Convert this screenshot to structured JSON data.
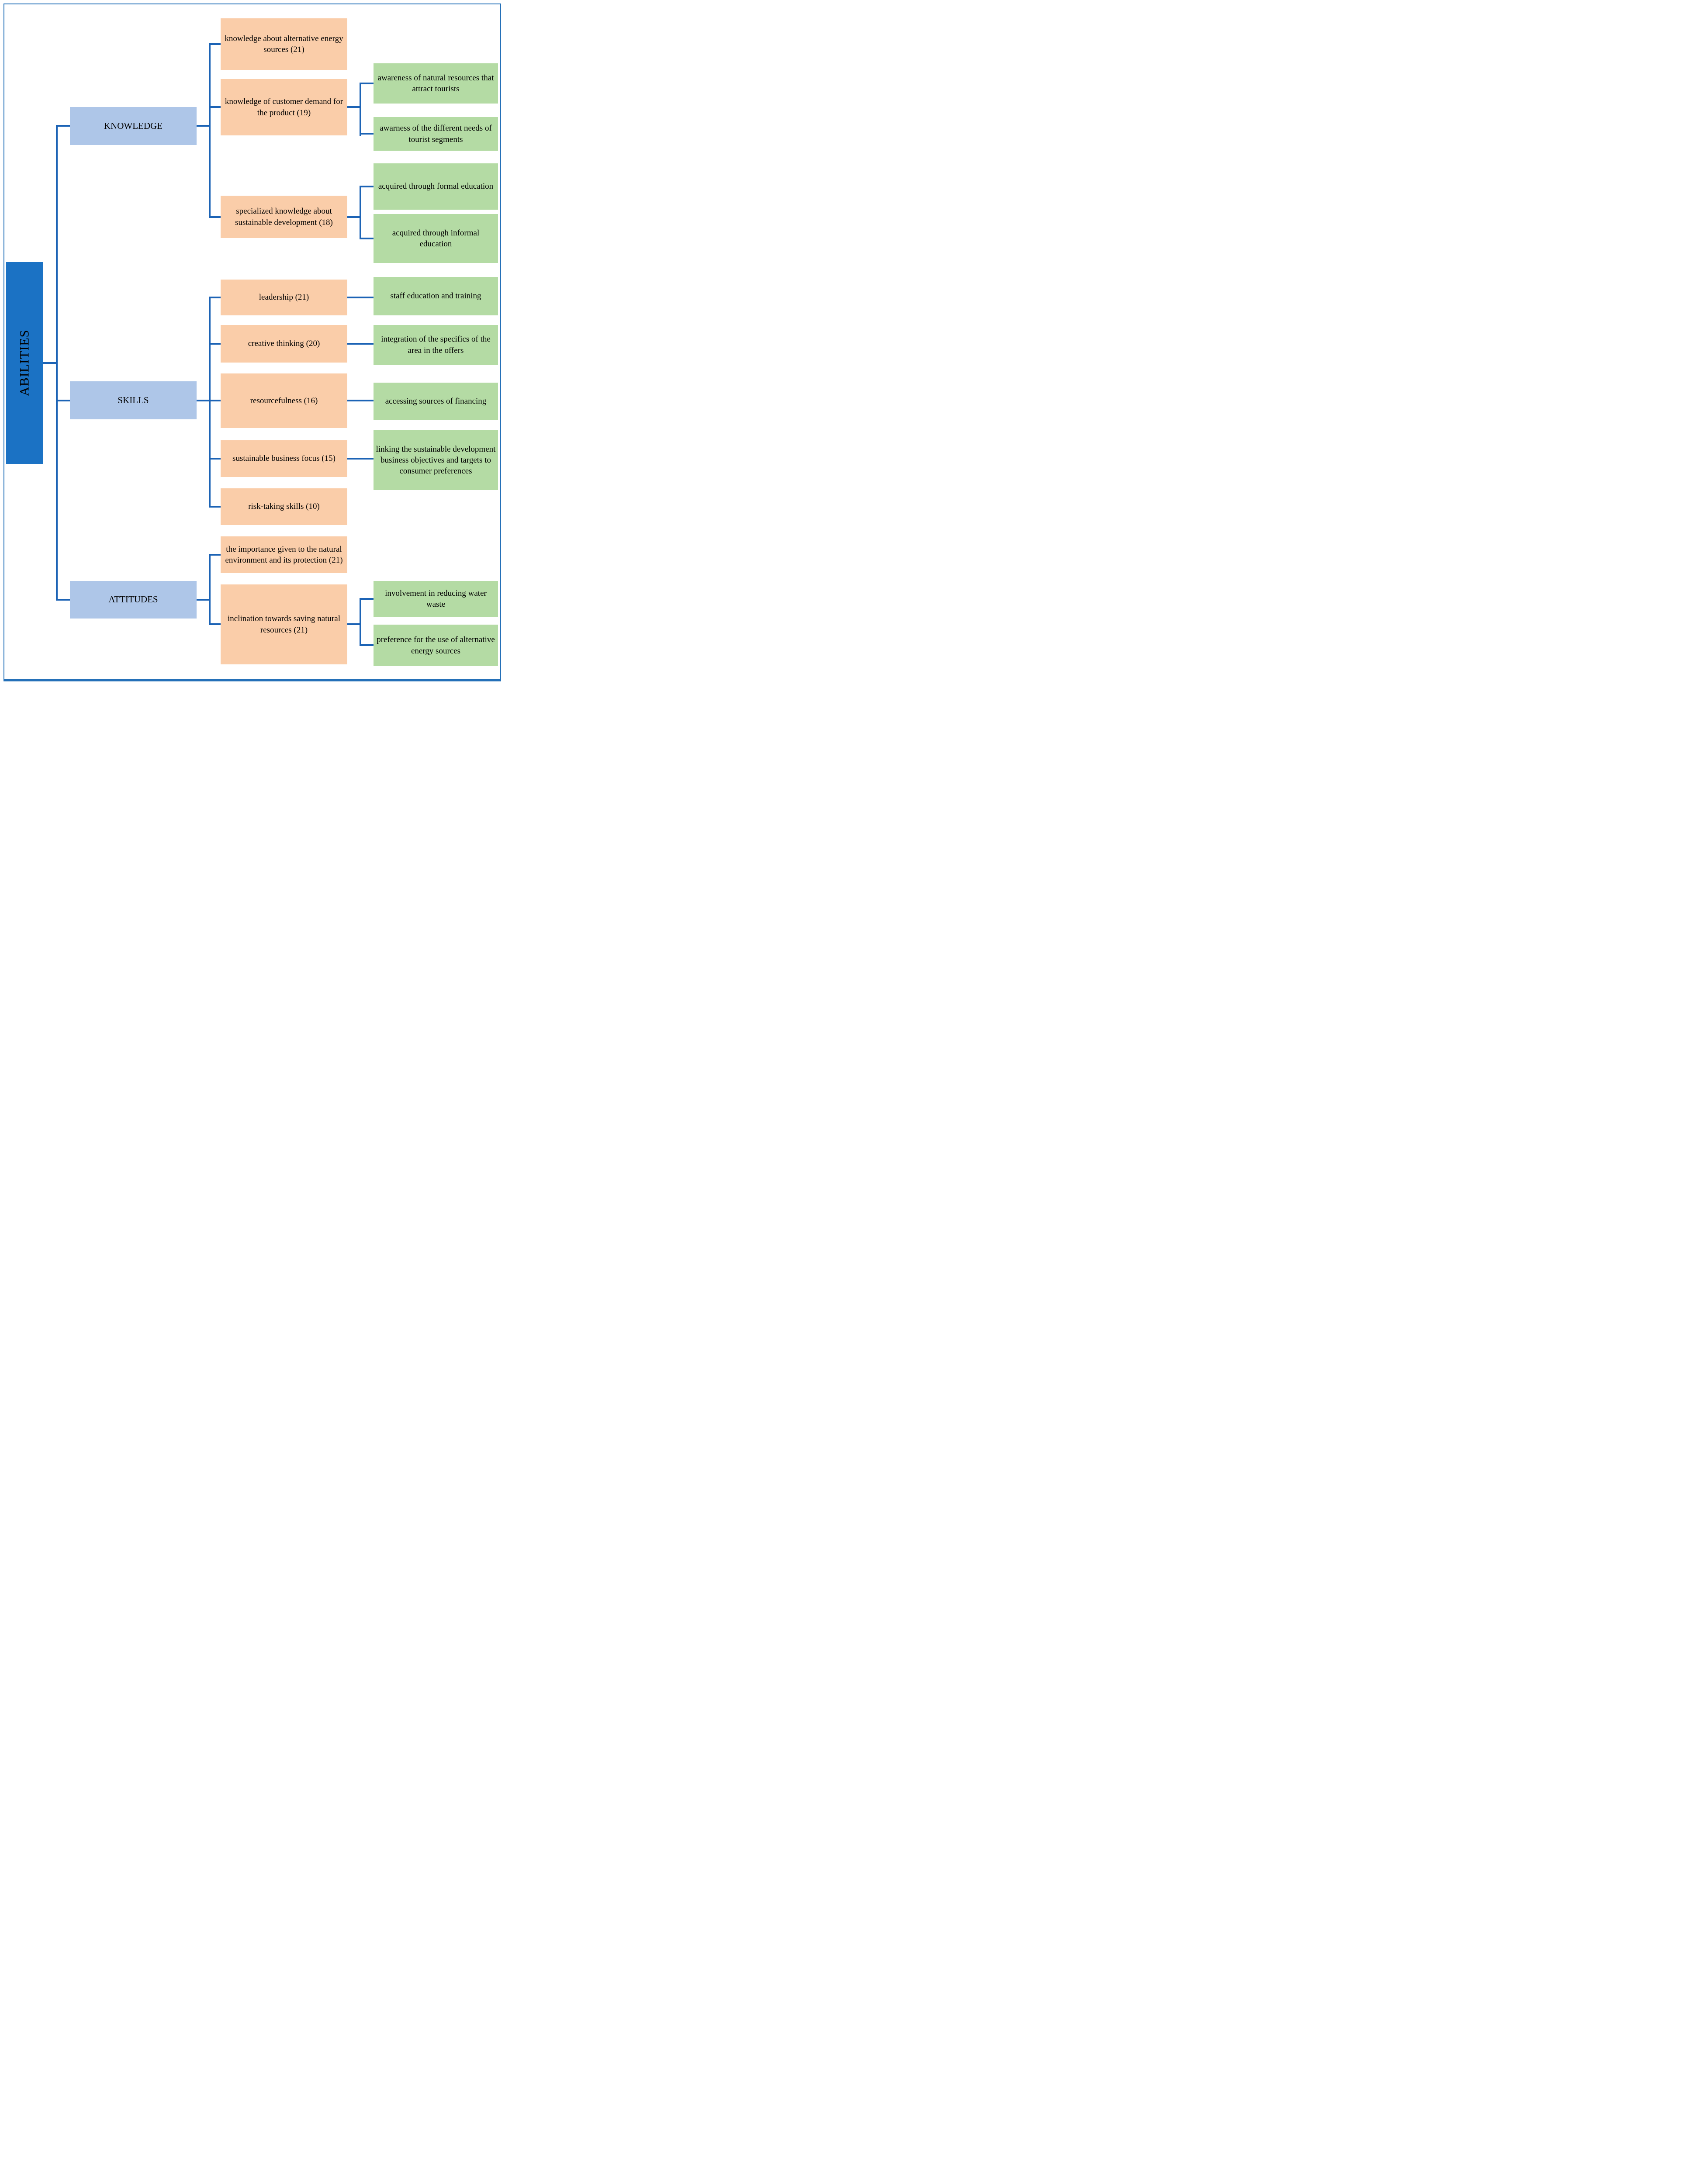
{
  "colors": {
    "root_fill": "#1b72c4",
    "category_fill": "#aec6e8",
    "item_fill": "#facda9",
    "leaf_fill": "#b4dba4",
    "connector": "#1c63b5",
    "frame": "#2470b8"
  },
  "tree": {
    "root": {
      "label": "ABILITIES"
    },
    "branches": [
      {
        "category": "KNOWLEDGE",
        "items": [
          {
            "label": "knowledge about alternative energy sources (21)",
            "children": []
          },
          {
            "label": "knowledge of customer demand for the product (19)",
            "children": [
              {
                "label": "awareness of natural resources that attract tourists"
              },
              {
                "label": "awarness of the different needs of tourist segments"
              }
            ]
          },
          {
            "label": "specialized knowledge about sustainable development (18)",
            "children": [
              {
                "label": "acquired through formal education"
              },
              {
                "label": "acquired through informal education"
              }
            ]
          }
        ]
      },
      {
        "category": "SKILLS",
        "items": [
          {
            "label": "leadership (21)",
            "children": [
              {
                "label": "staff education and training"
              }
            ]
          },
          {
            "label": "creative thinking (20)",
            "children": [
              {
                "label": "integration of the specifics of the area in the offers"
              }
            ]
          },
          {
            "label": "resourcefulness (16)",
            "children": [
              {
                "label": "accessing sources of financing"
              }
            ]
          },
          {
            "label": "sustainable business focus (15)",
            "children": [
              {
                "label": "linking the sustainable development business objectives and targets to consumer preferences"
              }
            ]
          },
          {
            "label": "risk-taking skills (10)",
            "children": []
          }
        ]
      },
      {
        "category": "ATTITUDES",
        "items": [
          {
            "label": "the importance given to the natural environment and its protection (21)",
            "children": []
          },
          {
            "label": "inclination towards saving natural resources (21)",
            "children": [
              {
                "label": "involvement in reducing water waste"
              },
              {
                "label": "preference for the use of alternative energy sources"
              }
            ]
          }
        ]
      }
    ]
  }
}
